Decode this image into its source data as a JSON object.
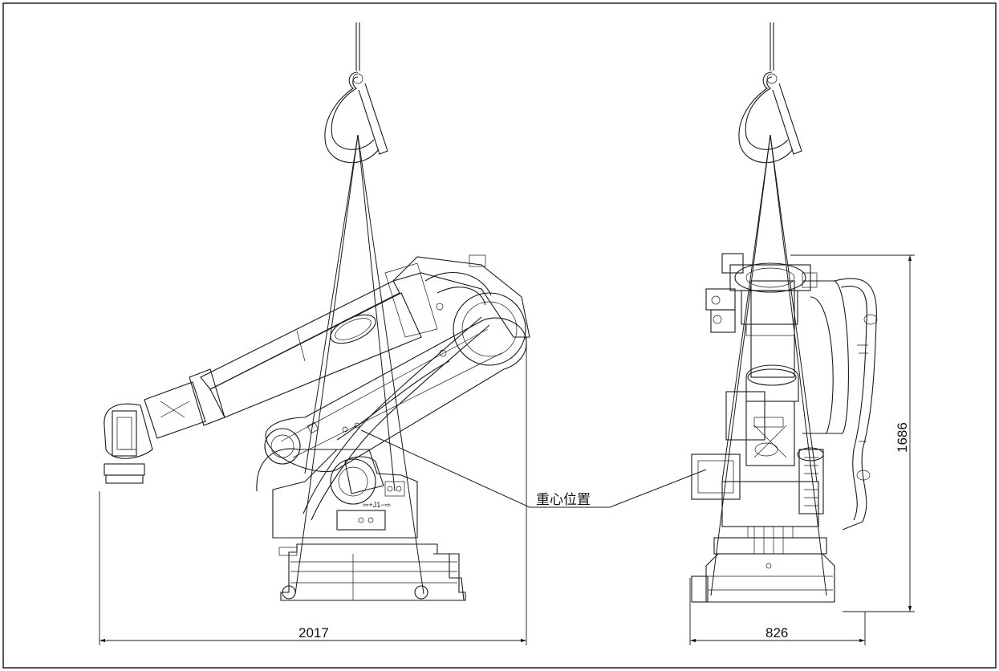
{
  "drawing": {
    "dimensions": {
      "side_length": "2017",
      "front_width": "826",
      "height": "1686"
    },
    "callout": {
      "center_of_gravity": "重心位置"
    },
    "axis_marker": "⇦+J1−⇨"
  }
}
